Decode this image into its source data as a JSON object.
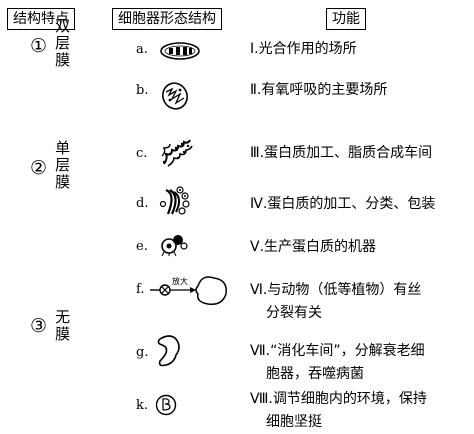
{
  "headers": {
    "structure": "结构特点",
    "morphology": "细胞器形态结构",
    "function": "功能"
  },
  "categories": [
    {
      "num": "①",
      "label": "双层膜"
    },
    {
      "num": "②",
      "label": "单层膜"
    },
    {
      "num": "③",
      "label": "无膜"
    }
  ],
  "organelles": [
    {
      "letter": "a.",
      "icon": "chloroplast-icon"
    },
    {
      "letter": "b.",
      "icon": "mitochondrion-icon"
    },
    {
      "letter": "c.",
      "icon": "endoplasmic-reticulum-icon"
    },
    {
      "letter": "d.",
      "icon": "golgi-apparatus-icon"
    },
    {
      "letter": "e.",
      "icon": "ribosome-icon"
    },
    {
      "letter": "f.",
      "icon": "centrosome-icon",
      "arrow_label": "放大"
    },
    {
      "letter": "g.",
      "icon": "lysosome-icon"
    },
    {
      "letter": "k.",
      "icon": "vacuole-icon"
    }
  ],
  "functions": [
    {
      "line1": "Ⅰ.光合作用的场所"
    },
    {
      "line1": "Ⅱ.有氧呼吸的主要场所"
    },
    {
      "line1": "Ⅲ.蛋白质加工、脂质合成车间"
    },
    {
      "line1": "Ⅳ.蛋白质的加工、分类、包装"
    },
    {
      "line1": "Ⅴ.生产蛋白质的机器"
    },
    {
      "line1": "Ⅵ.与动物（低等植物）有丝",
      "line2": "分裂有关"
    },
    {
      "line1": "Ⅶ.“消化车间”，分解衰老细",
      "line2": "胞器，吞噬病菌"
    },
    {
      "line1": "Ⅷ.调节细胞内的环境，保持",
      "line2": "细胞坚挺"
    }
  ]
}
